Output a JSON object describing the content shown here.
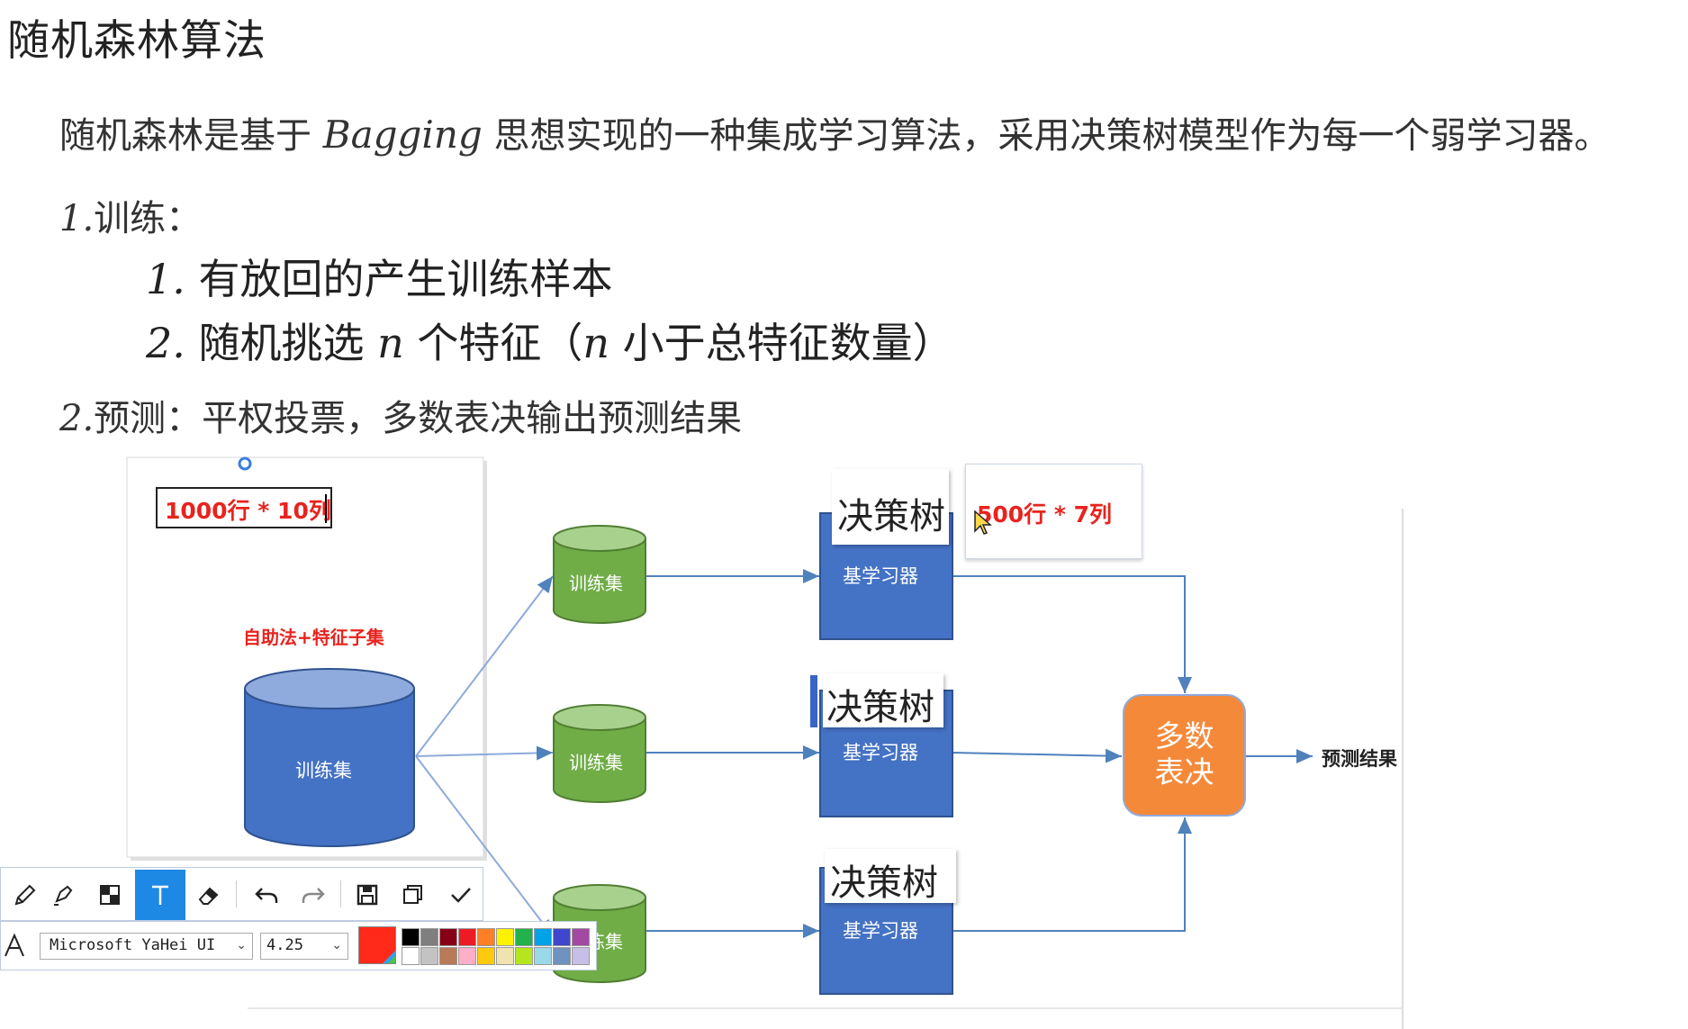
{
  "title": "随机森林算法",
  "intro": {
    "prefix": "随机森林是基于 ",
    "keyword": "Bagging",
    "suffix": " 思想实现的一种集成学习算法，采用决策树模型作为每一个弱学习器。"
  },
  "train": {
    "number": "1.",
    "label": "训练：",
    "items": [
      {
        "number": "1.",
        "text": "有放回的产生训练样本"
      },
      {
        "number": "2.",
        "text_a": "随机挑选 ",
        "var1": "n",
        "text_b": " 个特征（",
        "var2": "n",
        "text_c": " 小于总特征数量）"
      }
    ]
  },
  "predict": {
    "number": "2.",
    "label": "预测：",
    "text": "平权投票，多数表决输出预测结果"
  },
  "diagram": {
    "dataset_annotation": "1000行 * 10列",
    "subset_label": "自助法+特征子集",
    "main_dataset_label": "训练集",
    "subset_dataset_label": "训练集",
    "subset_dataset_label_partial": "练集",
    "base_learner_label": "基学习器",
    "tree_label": "决策树",
    "tree_annotation": "500行 * 7列",
    "vote_label_line1": "多数",
    "vote_label_line2": "表决",
    "result_label": "预测结果",
    "colors": {
      "annotation_red": "#e8231e",
      "cylinder_blue": "#4472c4",
      "cylinder_green": "#70ad47",
      "vote_orange": "#f5893a",
      "arrow_blue": "#4f81bd"
    }
  },
  "toolbar": {
    "tools": [
      {
        "icon": "pencil-icon",
        "active": false
      },
      {
        "icon": "marker-icon",
        "active": false
      },
      {
        "icon": "mosaic-icon",
        "active": false
      },
      {
        "icon": "text-tool-icon",
        "active": true
      },
      {
        "icon": "eraser-icon",
        "active": false
      },
      {
        "icon": "undo-icon",
        "active": false
      },
      {
        "icon": "redo-icon",
        "active": false
      },
      {
        "icon": "save-icon",
        "active": false
      },
      {
        "icon": "copy-icon",
        "active": false
      },
      {
        "icon": "confirm-check-icon",
        "active": false
      }
    ],
    "font_name": "Microsoft YaHei UI",
    "font_size": "4.25",
    "selected_color": "#ff2a1a",
    "palette": [
      "#000000",
      "#7f7f7f",
      "#880015",
      "#ed1c24",
      "#ff7f27",
      "#fff200",
      "#22b14c",
      "#00a2e8",
      "#3f48cc",
      "#a349a4",
      "#ffffff",
      "#c3c3c3",
      "#b97a57",
      "#ffaec9",
      "#ffc90e",
      "#efe4b0",
      "#b5e61d",
      "#99d9ea",
      "#7092be",
      "#c8bfe7"
    ]
  }
}
